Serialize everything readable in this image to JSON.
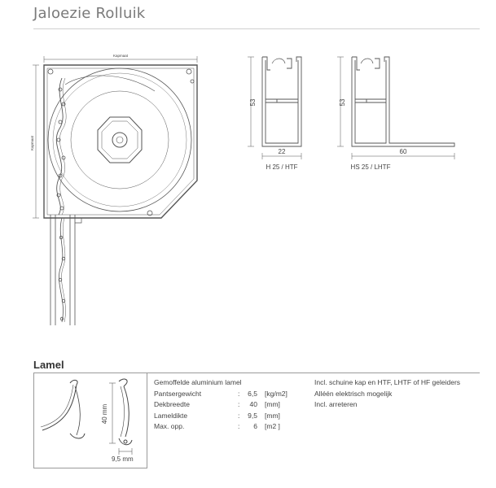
{
  "page": {
    "title": "Jaloezie Rolluik"
  },
  "cassette_drawing": {
    "top_dimension_label": "Kapmaat",
    "side_dimension_label": "Kapmaat"
  },
  "profiles": [
    {
      "name": "H 25 / HTF",
      "height": "53",
      "width": "22"
    },
    {
      "name": "HS 25 /  LHTF",
      "height": "53",
      "width": "60"
    }
  ],
  "lamel": {
    "section_title": "Lamel",
    "height_label": "40 mm",
    "thickness_label": "9,5 mm",
    "description": "Gemoffelde aluminium lamel",
    "specs": [
      {
        "label": "Pantsergewicht",
        "value": "6,5",
        "unit": "[kg/m2]"
      },
      {
        "label": "Dekbreedte",
        "value": "40",
        "unit": "[mm]"
      },
      {
        "label": "Lameldikte",
        "value": "9,5",
        "unit": "[mm]"
      },
      {
        "label": "Max. opp.",
        "value": "6",
        "unit": "[m2 ]"
      }
    ],
    "notes": [
      "Incl. schuine kap en HTF, LHTF of HF geleiders",
      "Alléén elektrisch mogelijk",
      "Incl. arreteren"
    ]
  }
}
